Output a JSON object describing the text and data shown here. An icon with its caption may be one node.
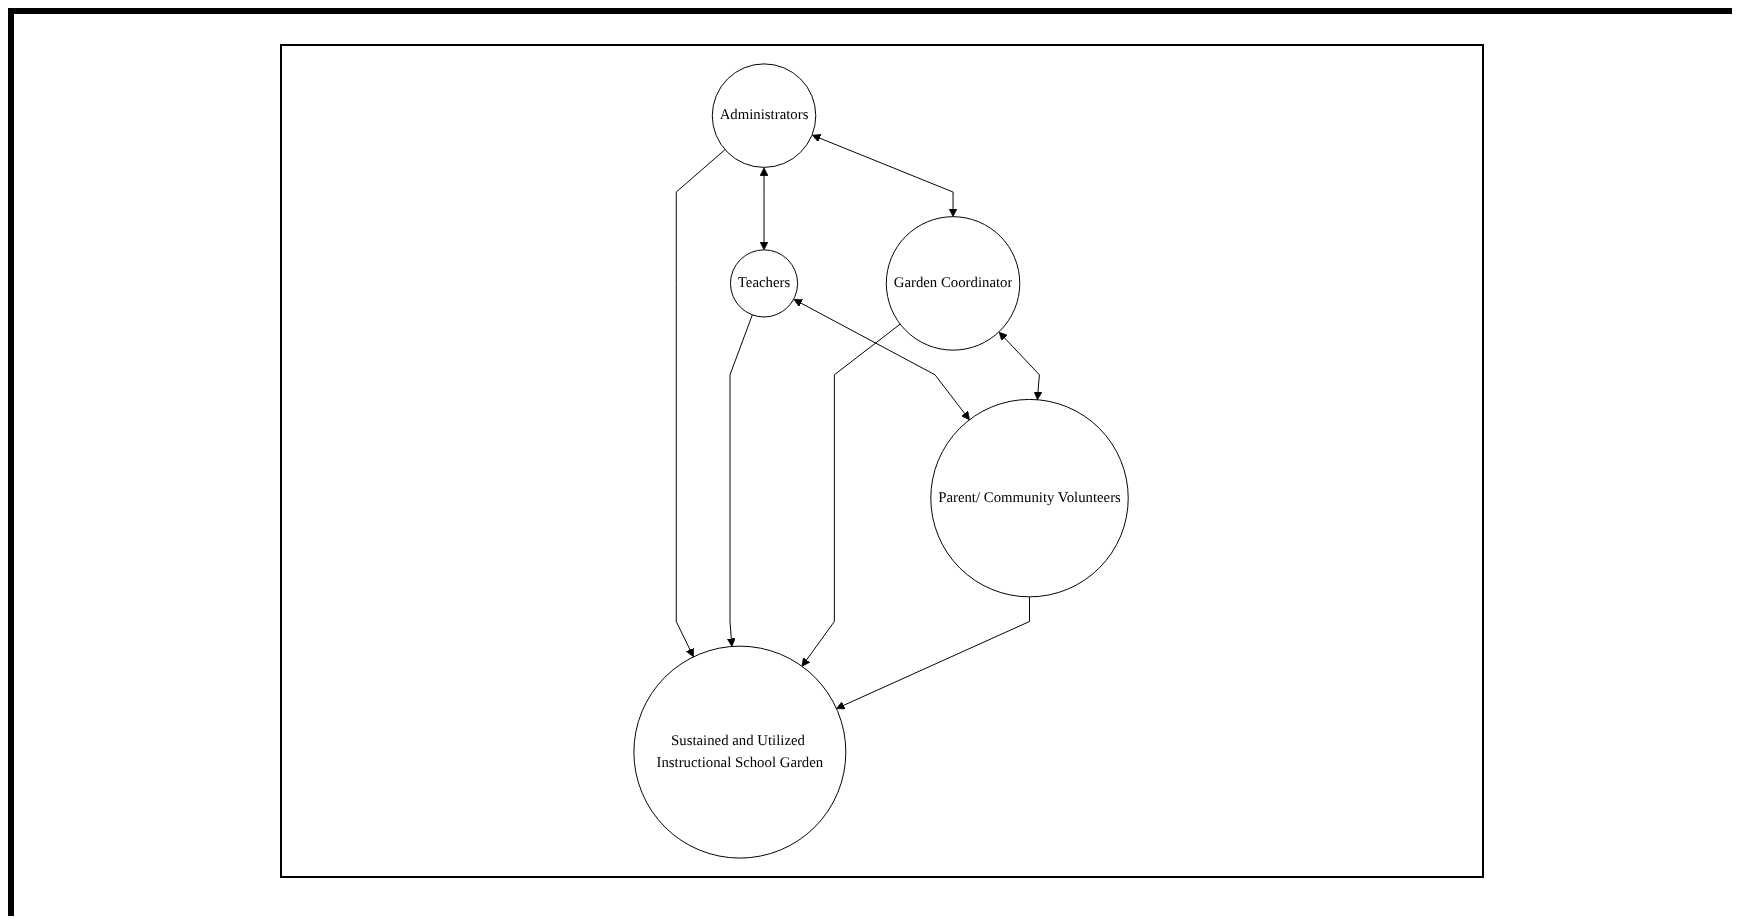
{
  "diagram": {
    "nodes": [
      {
        "text": [
          "Administrators"
        ]
      },
      {
        "text": [
          "Teachers"
        ]
      },
      {
        "text": [
          "Sustained and Utilized Instructional School Garden"
        ]
      },
      {
        "text": [
          "Garden Coordinator"
        ]
      },
      {
        "text": [
          "Parent/ Community Volunteers"
        ]
      }
    ],
    "edges": [
      {
        "from": 0,
        "to": 1,
        "arrow": "both"
      },
      {
        "from": 0,
        "to": 2,
        "arrow": "to"
      },
      {
        "from": 1,
        "to": 2,
        "arrow": "to"
      },
      {
        "from": 0,
        "to": 3,
        "arrow": "both"
      },
      {
        "from": 1,
        "to": 4,
        "arrow": "both"
      },
      {
        "from": 3,
        "to": 2,
        "arrow": "to"
      },
      {
        "from": 4,
        "to": 2,
        "arrow": "to"
      },
      {
        "from": 3,
        "to": 4,
        "arrow": "both"
      }
    ]
  }
}
